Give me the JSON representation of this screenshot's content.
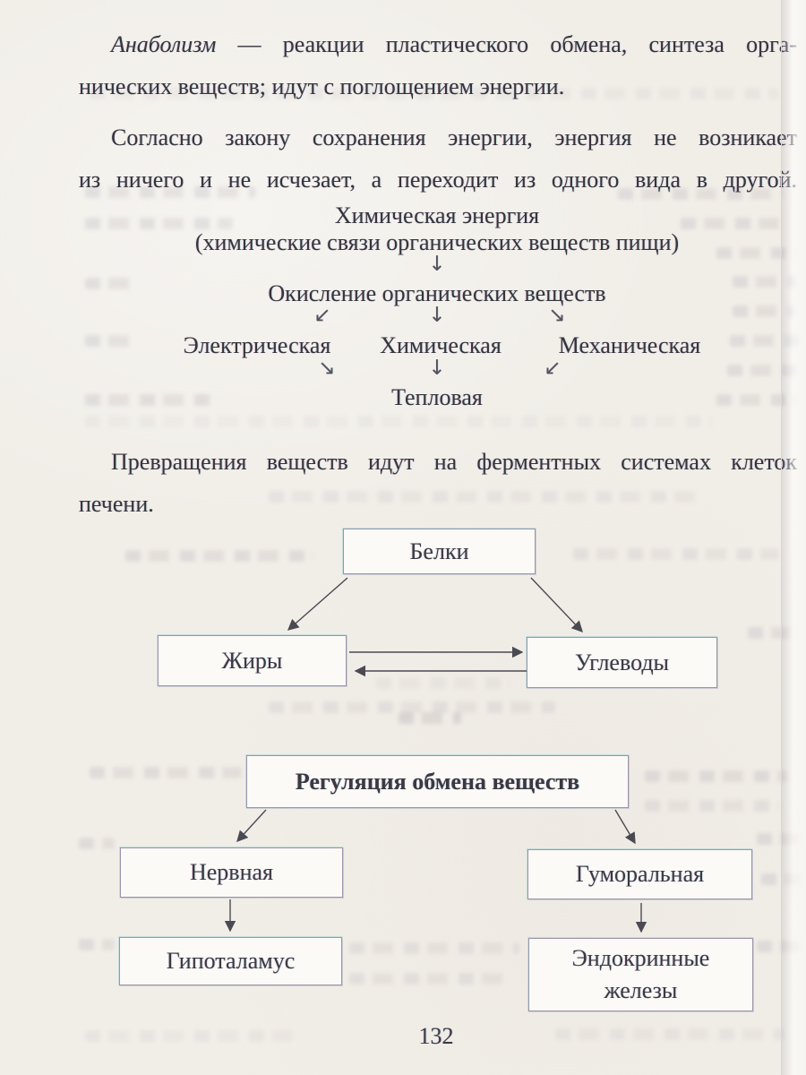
{
  "paragraphs": {
    "p1": {
      "lead": "Анаболизм",
      "line1_rest": " — реакции пластического обмена, синтеза орга-",
      "line2": "нических веществ; идут с поглощением энергии."
    },
    "p2": {
      "line1": "Согласно закону сохранения энергии, энергия не возникает",
      "line2": "из ничего и не исчезает, а переходит из одного вида в другой."
    },
    "p3": {
      "line1": "Превращения веществ идут на ферментных системах клеток",
      "line2": "печени."
    }
  },
  "energy_diagram": {
    "title": "Химическая энергия",
    "subtitle": "(химические связи органических веществ пищи)",
    "process": "Окисление органических веществ",
    "outputs": [
      "Электрическая",
      "Химическая",
      "Механическая"
    ],
    "final": "Тепловая"
  },
  "icons": {
    "down_arrow": "↓",
    "down_left_arrow": "↙",
    "down_right_arrow": "↘"
  },
  "substances_diagram": {
    "top_box": "Белки",
    "left_box": "Жиры",
    "right_box": "Углеводы"
  },
  "regulation_diagram": {
    "root_box": "Регуляция обмена веществ",
    "left_branch_box": "Нервная",
    "right_branch_box": "Гуморальная",
    "left_leaf_box": "Гипоталамус",
    "right_leaf_box": "Эндокринные железы"
  },
  "footer": {
    "page_number": "132"
  },
  "colors": {
    "page_background": "#f1eee8",
    "text": "#35343c",
    "box_border": "#9a95a8",
    "arrow": "#4a4a52"
  }
}
